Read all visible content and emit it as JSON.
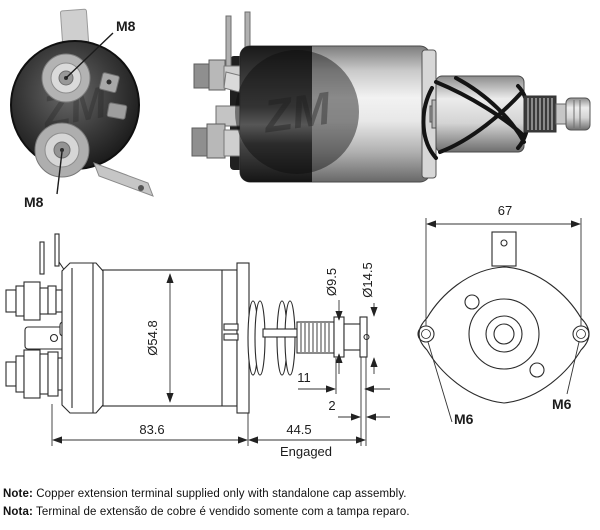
{
  "photos": {
    "watermark": "ZM",
    "back_view": {
      "terminal_top_label": "M8",
      "terminal_bottom_label": "M8"
    }
  },
  "side_drawing": {
    "body_diameter": "Ø54.8",
    "body_length": "83.6",
    "engaged_length": "44.5",
    "engaged_label": "Engaged",
    "plunger_diameter": "Ø9.5",
    "washer_diameter": "Ø14.5",
    "tip_length": "11",
    "washer_thickness": "2"
  },
  "flange_drawing": {
    "hole_spacing": "67",
    "mount_thread_left": "M6",
    "mount_thread_right": "M6"
  },
  "notes": [
    {
      "prefix": "Note:",
      "text": "Copper extension terminal supplied only with standalone cap assembly."
    },
    {
      "prefix": "Nota:",
      "text": "Terminal de extensão de cobre é vendido somente com a tampa reparo."
    }
  ],
  "colors": {
    "line": "#2b2b2b",
    "photo_dark": "#1c1c1c",
    "metal_light": "#f2f2f2",
    "background": "#ffffff"
  }
}
